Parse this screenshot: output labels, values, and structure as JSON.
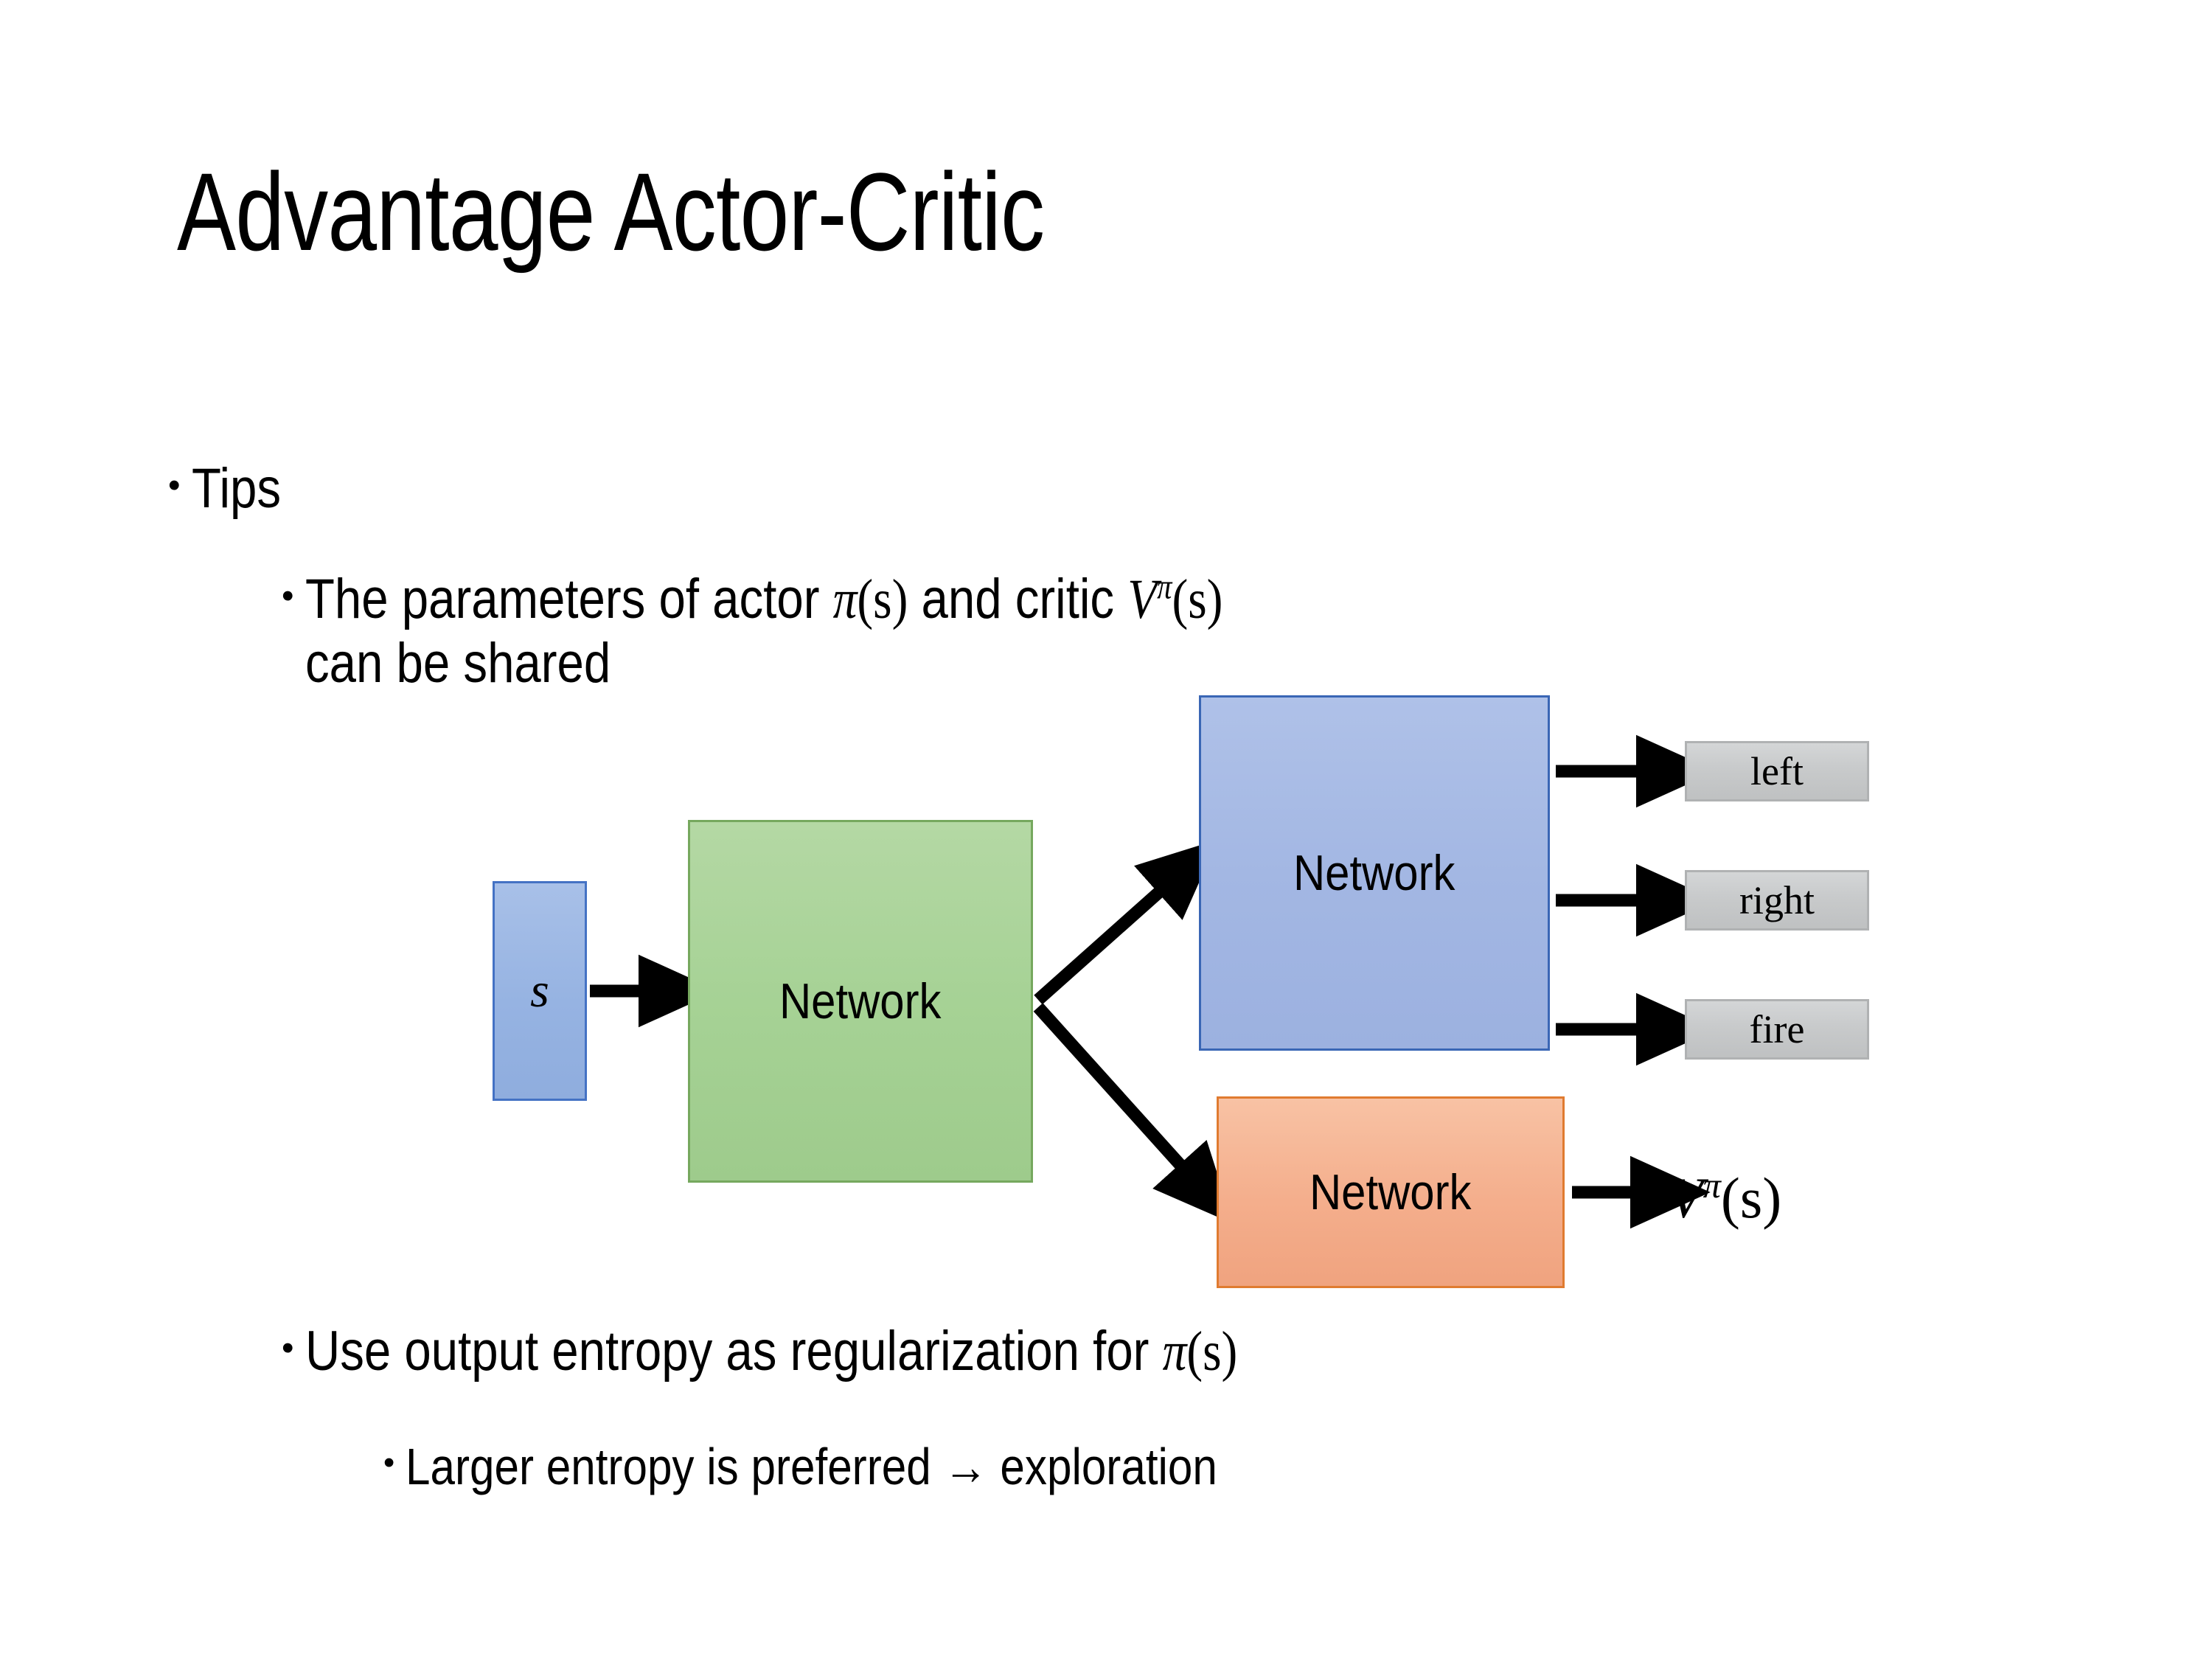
{
  "slide": {
    "title": "Advantage Actor-Critic",
    "background_color": "#ffffff",
    "text_color": "#000000"
  },
  "bullets": [
    {
      "level": 1,
      "marker": "•",
      "text": "Tips"
    },
    {
      "level": 2,
      "marker": "•",
      "text_part1": "The parameters of actor ",
      "math1_base": "π",
      "math1_arg": "(s)",
      "text_part2": "  and critic ",
      "math2_base": "V",
      "math2_sup": "π",
      "math2_arg": "(s)",
      "text_part3": "can be shared"
    },
    {
      "level": 2,
      "marker": "•",
      "text_part1": "Use output entropy as regularization for ",
      "math1_base": "π",
      "math1_arg": "(s)"
    },
    {
      "level": 3,
      "marker": "•",
      "text": "Larger entropy is preferred → exploration"
    }
  ],
  "diagram": {
    "input_box": {
      "label": "s",
      "fill": "#96b3e2",
      "border": "#4472c4"
    },
    "shared_network": {
      "label": "Network",
      "fill": "#a6d295",
      "border": "#76a85e"
    },
    "actor_network": {
      "label": "Network",
      "fill": "#a3b7e3",
      "border": "#3a66b5"
    },
    "critic_network": {
      "label": "Network",
      "fill": "#f4ae8c",
      "border": "#e07b30"
    },
    "action_outputs": [
      {
        "label": "left",
        "fill": "#c8cacb",
        "border": "#b0b2b3"
      },
      {
        "label": "right",
        "fill": "#c8cacb",
        "border": "#b0b2b3"
      },
      {
        "label": "fire",
        "fill": "#c8cacb",
        "border": "#b0b2b3"
      }
    ],
    "value_output": {
      "base": "V",
      "sup": "π",
      "arg": "(s)"
    },
    "arrow_color": "#000000"
  }
}
